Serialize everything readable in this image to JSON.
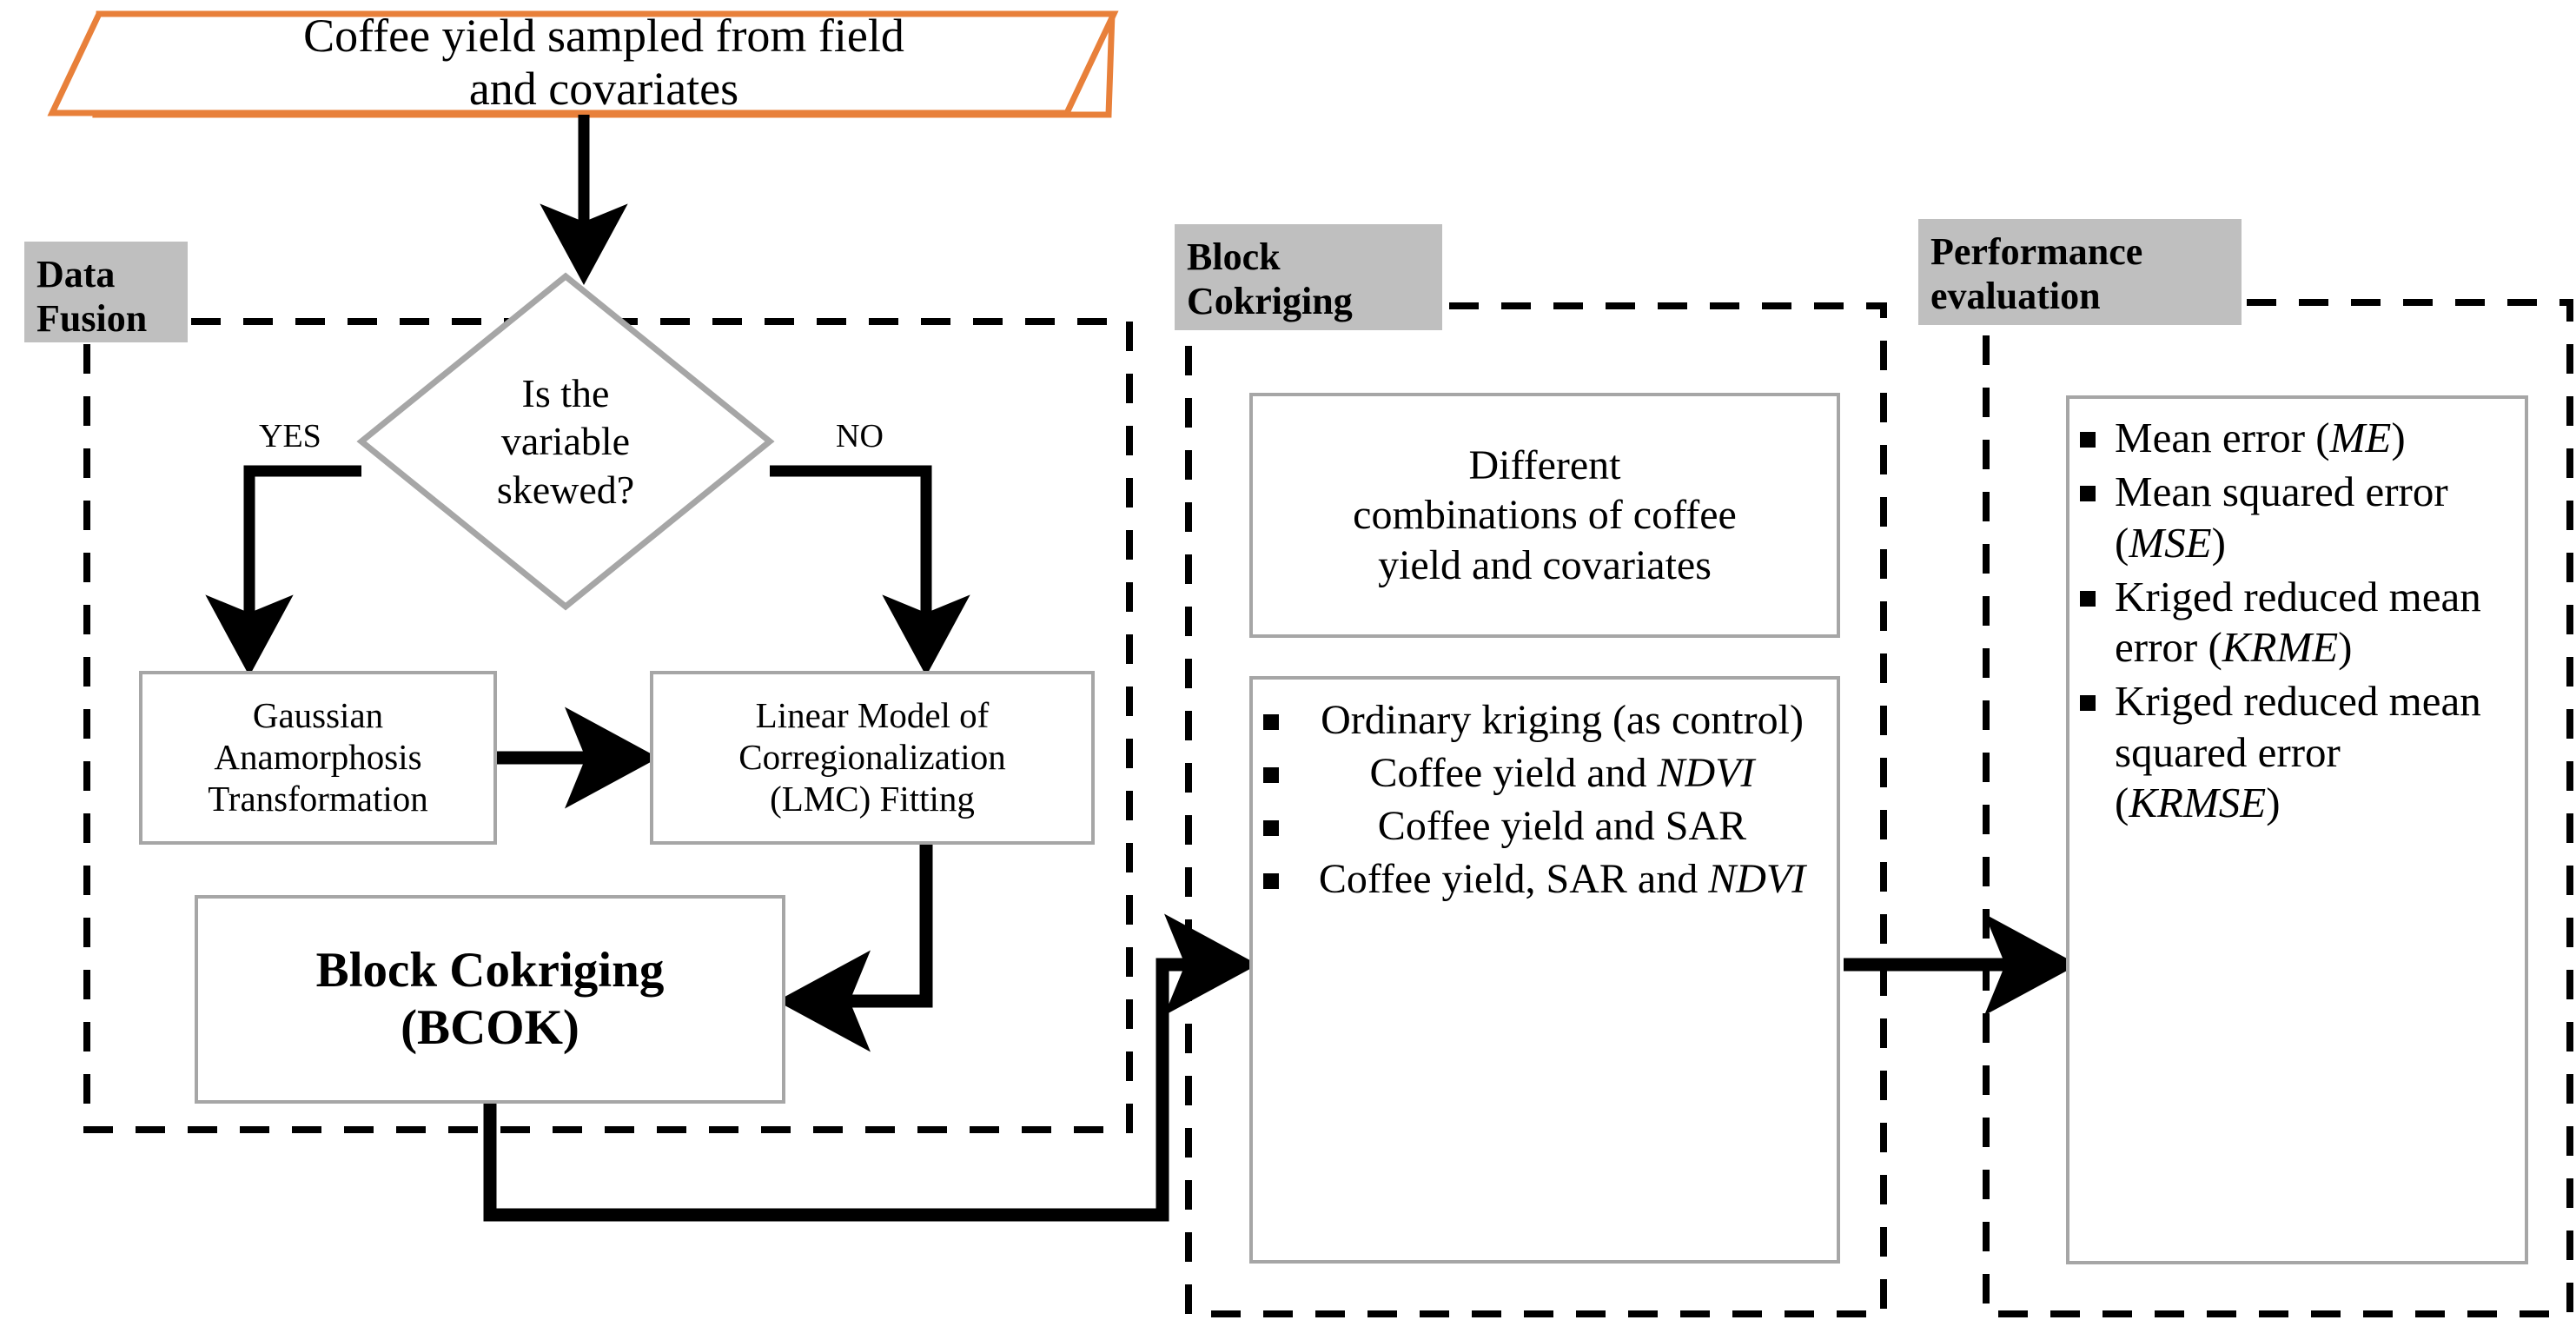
{
  "diagram": {
    "title": "Block cokriging workflow for coffee yield mapping",
    "colors": {
      "source_border": "#E8803A",
      "section_label_bg": "#BFBFBF",
      "box_border": "#A6A6A6",
      "arrow": "#000000",
      "panel_border": "#000000",
      "background": "#FFFFFF"
    }
  },
  "source": {
    "line1": "Coffee yield sampled from field",
    "line2": "and covariates"
  },
  "sections": {
    "data_fusion": {
      "label_line1": "Data",
      "label_line2": "Fusion"
    },
    "block_cokriging": {
      "label_line1": "Block",
      "label_line2": "Cokriging"
    },
    "performance": {
      "label_line1": "Performance",
      "label_line2": "evaluation"
    }
  },
  "decision": {
    "line1": "Is the",
    "line2": "variable",
    "line3": "skewed?",
    "yes_label": "YES",
    "no_label": "NO"
  },
  "boxes": {
    "gaussian": {
      "line1": "Gaussian",
      "line2": "Anamorphosis",
      "line3": "Transformation"
    },
    "lmc": {
      "line1": "Linear Model of",
      "line2": "Corregionalization",
      "line3": "(LMC) Fitting"
    },
    "bcok": {
      "line1": "Block Cokriging",
      "line2": "(BCOK)"
    },
    "combinations": {
      "line1": "Different",
      "line2": "combinations of coffee",
      "line3": "yield and covariates"
    }
  },
  "kriging_options": [
    {
      "text_before": "Ordinary kriging (as control)",
      "italic": "",
      "text_after": ""
    },
    {
      "text_before": "Coffee yield and ",
      "italic": "NDVI",
      "text_after": ""
    },
    {
      "text_before": "Coffee yield and SAR",
      "italic": "",
      "text_after": ""
    },
    {
      "text_before": "Coffee yield, SAR and ",
      "italic": "NDVI",
      "text_after": ""
    }
  ],
  "performance_metrics": [
    {
      "text_before": "Mean error (",
      "italic": "ME",
      "text_after": ")"
    },
    {
      "text_before": "Mean squared error (",
      "italic": "MSE",
      "text_after": ")"
    },
    {
      "text_before": "Kriged reduced mean error (",
      "italic": "KRME",
      "text_after": ")"
    },
    {
      "text_before": "Kriged reduced mean squared error (",
      "italic": "KRMSE",
      "text_after": ")"
    }
  ]
}
